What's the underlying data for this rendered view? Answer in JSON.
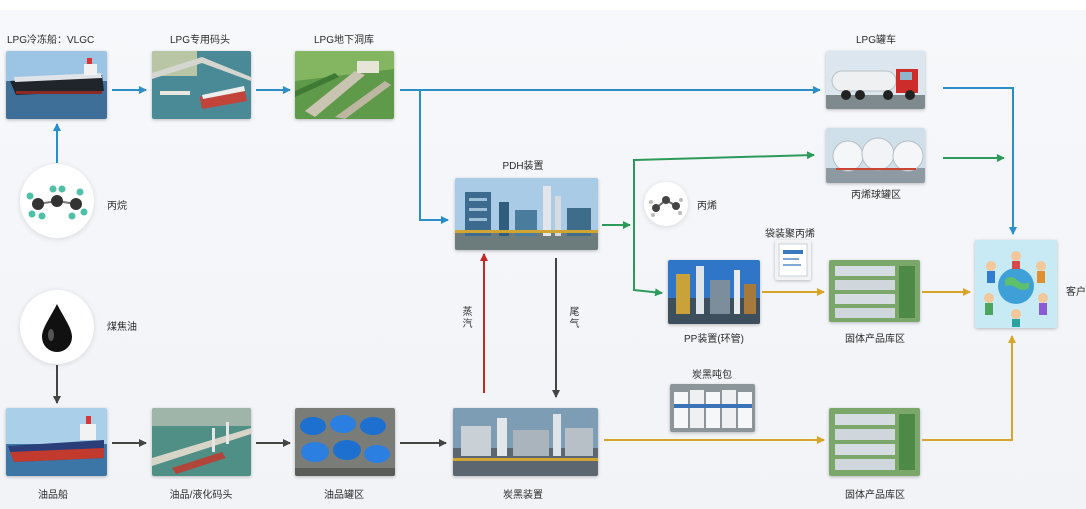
{
  "nodes": {
    "vlgc": "LPG冷冻船：VLGC",
    "lpg_terminal": "LPG专用码头",
    "lpg_cavern": "LPG地下洞库",
    "lpg_tanker": "LPG罐车",
    "propene_tank_area": "丙烯球罐区",
    "pdh_unit": "PDH装置",
    "propane": "丙烷",
    "propene": "丙烯",
    "bagged_pp": "袋装聚丙烯",
    "pp_unit": "PP装置(环管)",
    "solid_store_top": "固体产品库区",
    "customer": "客户",
    "coal_tar": "煤焦油",
    "oil_tanker": "油品船",
    "oil_terminal": "油品/液化码头",
    "oil_tank_area": "油品罐区",
    "carbon_black_unit": "炭黑装置",
    "carbon_black_bags": "炭黑吨包",
    "solid_store_bottom": "固体产品库区"
  },
  "edge_labels": {
    "steam": "蒸汽",
    "tail_gas": "尾气"
  },
  "colors": {
    "blue_flow": "#2a8fc8",
    "green_flow": "#2e9a5a",
    "red_flow": "#c62828",
    "gold_flow": "#d9a528",
    "dark_flow": "#444444"
  },
  "icons": [
    "ship-photo",
    "terminal-photo",
    "cavern-photo",
    "tanker-truck-photo",
    "sphere-tank-photo",
    "refinery-photo",
    "propane-molecule-icon",
    "propene-molecule-icon",
    "bag-photo",
    "pp-plant-photo",
    "warehouse-photo",
    "people-globe-icon",
    "oil-drop-icon",
    "oil-tank-photo",
    "carbon-black-plant-photo",
    "bulk-bags-photo"
  ]
}
